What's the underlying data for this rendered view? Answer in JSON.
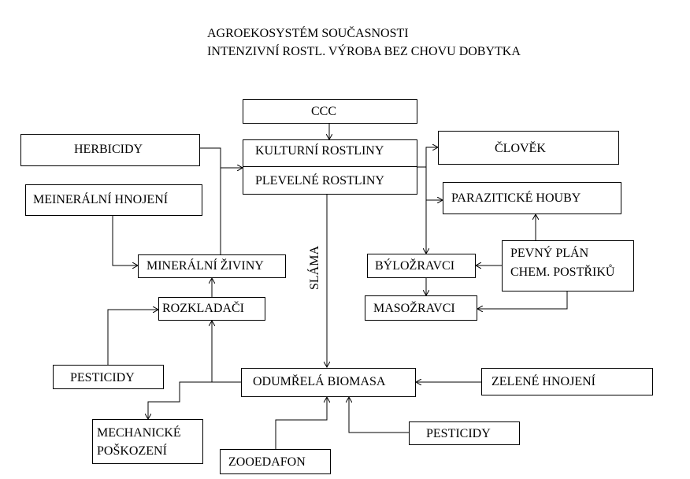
{
  "title": {
    "line1": "AGROEKOSYSTÉM SOUČASNOSTI",
    "line2": "INTENZIVNÍ ROSTL. VÝROBA BEZ CHOVU DOBYTKA"
  },
  "nodes": {
    "ccc": "CCC",
    "kulturni_rostliny": "KULTURNÍ ROSTLINY",
    "plevelne_rostliny": "PLEVELNÉ ROSTLINY",
    "herbicidy": "HERBICIDY",
    "clovek": "ČLOVĚK",
    "mineralni_hnojeni": "MEINERÁLNÍ HNOJENÍ",
    "parazitické_houby": "PARAZITICKÉ HOUBY",
    "mineralni_ziviny": "MINERÁLNÍ ŽIVINY",
    "bylozravci": "BÝLOŽRAVCI",
    "pevny_plan_1": "PEVNÝ PLÁN",
    "pevny_plan_2": "CHEM. POSTŘIKŮ",
    "rozkladaci": "ROZKLADAČI",
    "masozravci": "MASOŽRAVCI",
    "pesticidy_left": "PESTICIDY",
    "odumrela_biomasa": "ODUMŘELÁ BIOMASA",
    "zelene_hnojeni": "ZELENÉ HNOJENÍ",
    "mechanicke_1": "MECHANICKÉ",
    "mechanicke_2": "POŠKOZENÍ",
    "pesticidy_right": "PESTICIDY",
    "zooedafon": "ZOOEDAFON"
  },
  "edge_labels": {
    "slama": "SLÁMA"
  }
}
